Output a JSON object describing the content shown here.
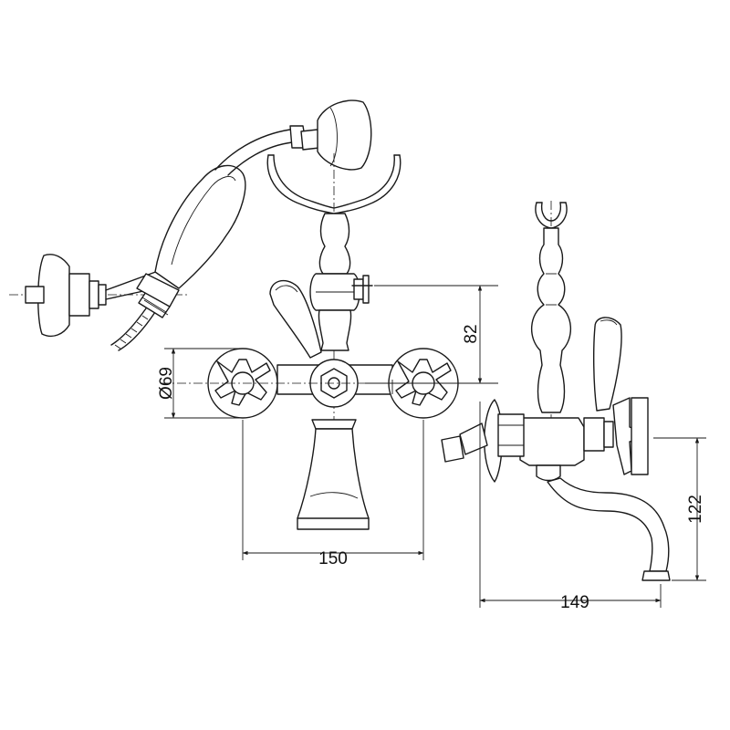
{
  "dimensions": {
    "height_82": "82",
    "diameter_69": "Ø69",
    "width_150": "150",
    "height_122": "122",
    "width_149": "149"
  }
}
